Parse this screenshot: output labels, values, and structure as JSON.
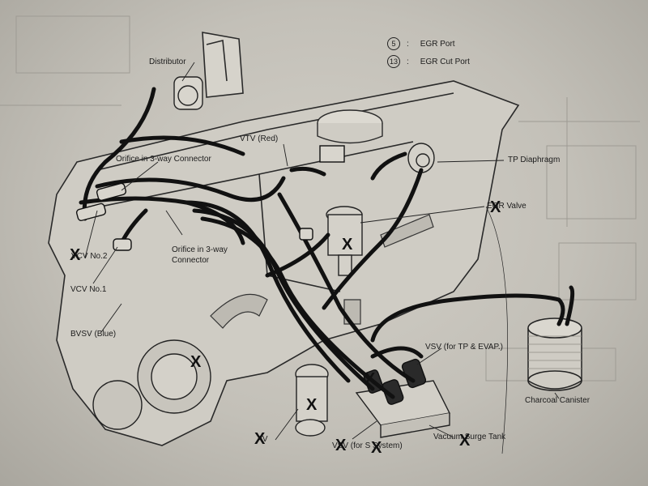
{
  "legend": [
    {
      "number": "5",
      "separator": ":",
      "label": "EGR Port"
    },
    {
      "number": "13",
      "separator": ":",
      "label": "EGR Cut Port"
    }
  ],
  "labels": {
    "distributor": "Distributor",
    "vtv": "VTV (Red)",
    "orifice_1": "Orifice in 3-way Connector",
    "orifice_2a": "Orifice in 3-way",
    "orifice_2b": "Connector",
    "tp_diaphragm": "TP Diaphragm",
    "egr_valve": "EGR Valve",
    "vcv2": "VCV No.2",
    "vcv1": "VCV No.1",
    "bvsv": "BVSV (Blue)",
    "vsv_tp": "VSV (for TP & EVAP.)",
    "charcoal": "Charcoal Canister",
    "vacuum_tank": "Vacuum Surge Tank",
    "vsv_system": "VSV (for S System)",
    "av": "AV"
  },
  "marker_text": "X"
}
